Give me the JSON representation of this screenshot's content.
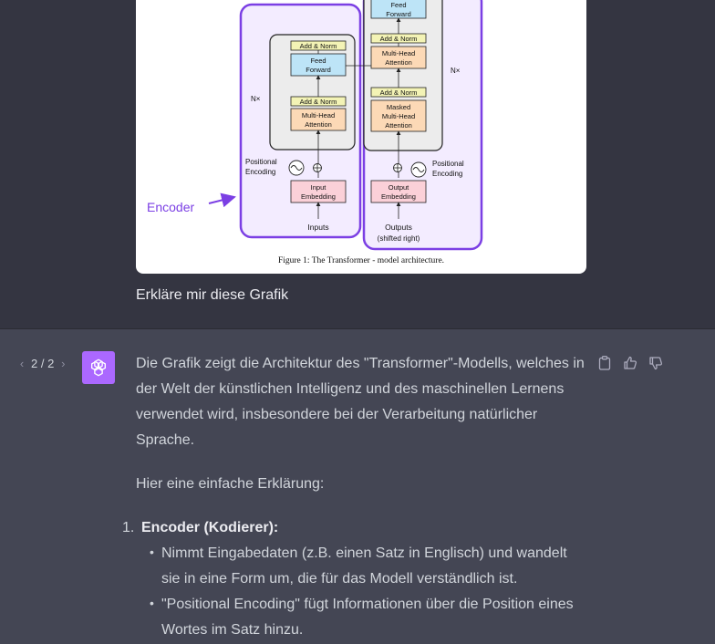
{
  "user_message": {
    "image": {
      "caption": "Figure 1: The Transformer - model architecture.",
      "labels": {
        "encoder_callout": "Encoder",
        "add_norm": "Add & Norm",
        "feed_forward_1": "Feed",
        "feed_forward_2": "Forward",
        "mha_1": "Multi-Head",
        "mha_2": "Attention",
        "masked_1": "Masked",
        "nx": "N×",
        "positional_1": "Positional",
        "positional_2": "Encoding",
        "input_emb_1": "Input",
        "input_emb_2": "Embedding",
        "output_emb_1": "Output",
        "output_emb_2": "Embedding",
        "inputs": "Inputs",
        "outputs_1": "Outputs",
        "outputs_2": "(shifted right)"
      }
    },
    "text": "Erkläre mir diese Grafik"
  },
  "assistant_message": {
    "pager": {
      "prev_icon": "chevron-left-icon",
      "label": "2 / 2",
      "next_icon": "chevron-right-icon"
    },
    "avatar_icon": "openai-logo-icon",
    "paragraph_1": "Die Grafik zeigt die Architektur des \"Transformer\"-Modells, welches in der Welt der künstlichen Intelligenz und des maschinellen Lernens verwendet wird, insbesondere bei der Verarbeitung natürlicher Sprache.",
    "paragraph_2": "Hier eine einfache Erklärung:",
    "list": [
      {
        "number": "1.",
        "title": "Encoder (Kodierer):",
        "bullets": [
          "Nimmt Eingabedaten (z.B. einen Satz in Englisch) und wandelt sie in eine Form um, die für das Modell verständlich ist.",
          "\"Positional Encoding\" fügt Informationen über die Position eines Wortes im Satz hinzu."
        ]
      }
    ],
    "actions": [
      "clipboard-icon",
      "thumbs-up-icon",
      "thumbs-down-icon"
    ]
  },
  "colors": {
    "background": "#343541",
    "assistant_background": "#444654",
    "avatar": "#ab68ff",
    "encoder_purple": "#7b3fe4"
  }
}
